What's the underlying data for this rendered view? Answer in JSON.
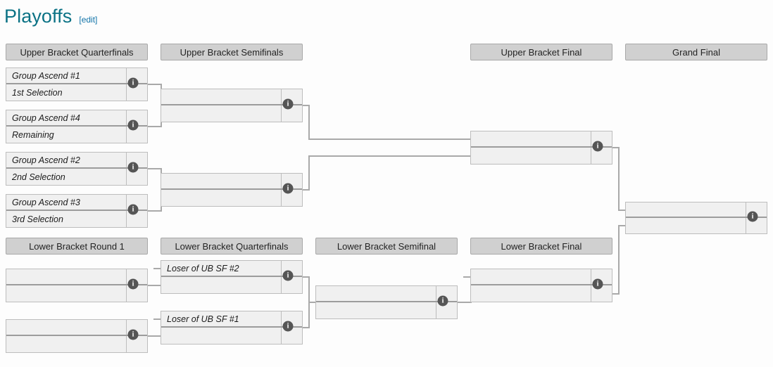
{
  "page": {
    "title": "Playoffs",
    "edit_label": "[edit]"
  },
  "icons": {
    "info": "i"
  },
  "rounds": [
    {
      "id": "ub-quarterfinals",
      "label": "Upper Bracket Quarterfinals"
    },
    {
      "id": "ub-semifinals",
      "label": "Upper Bracket Semifinals"
    },
    {
      "id": "ub-final",
      "label": "Upper Bracket Final"
    },
    {
      "id": "grand-final",
      "label": "Grand Final"
    },
    {
      "id": "lb-round-1",
      "label": "Lower Bracket Round 1"
    },
    {
      "id": "lb-quarterfinals",
      "label": "Lower Bracket Quarterfinals"
    },
    {
      "id": "lb-semifinal",
      "label": "Lower Bracket Semifinal"
    },
    {
      "id": "lb-final",
      "label": "Lower Bracket Final"
    }
  ],
  "matches": {
    "ubqf1": {
      "round": "Upper Bracket Quarterfinals",
      "top": {
        "name": "Group Ascend #1",
        "score": ""
      },
      "bottom": {
        "name": "1st Selection",
        "score": ""
      }
    },
    "ubqf2": {
      "round": "Upper Bracket Quarterfinals",
      "top": {
        "name": "Group Ascend #4",
        "score": ""
      },
      "bottom": {
        "name": "Remaining",
        "score": ""
      }
    },
    "ubqf3": {
      "round": "Upper Bracket Quarterfinals",
      "top": {
        "name": "Group Ascend #2",
        "score": ""
      },
      "bottom": {
        "name": "2nd Selection",
        "score": ""
      }
    },
    "ubqf4": {
      "round": "Upper Bracket Quarterfinals",
      "top": {
        "name": "Group Ascend #3",
        "score": ""
      },
      "bottom": {
        "name": "3rd Selection",
        "score": ""
      }
    },
    "ubsf1": {
      "round": "Upper Bracket Semifinals",
      "top": {
        "name": "",
        "score": ""
      },
      "bottom": {
        "name": "",
        "score": ""
      }
    },
    "ubsf2": {
      "round": "Upper Bracket Semifinals",
      "top": {
        "name": "",
        "score": ""
      },
      "bottom": {
        "name": "",
        "score": ""
      }
    },
    "ubf": {
      "round": "Upper Bracket Final",
      "top": {
        "name": "",
        "score": ""
      },
      "bottom": {
        "name": "",
        "score": ""
      }
    },
    "gf": {
      "round": "Grand Final",
      "top": {
        "name": "",
        "score": ""
      },
      "bottom": {
        "name": "",
        "score": ""
      }
    },
    "lbr1a": {
      "round": "Lower Bracket Round 1",
      "top": {
        "name": "",
        "score": ""
      },
      "bottom": {
        "name": "",
        "score": ""
      }
    },
    "lbr1b": {
      "round": "Lower Bracket Round 1",
      "top": {
        "name": "",
        "score": ""
      },
      "bottom": {
        "name": "",
        "score": ""
      }
    },
    "lbqf1": {
      "round": "Lower Bracket Quarterfinals",
      "top": {
        "name": "Loser of UB SF #2",
        "score": ""
      },
      "bottom": {
        "name": "",
        "score": ""
      }
    },
    "lbqf2": {
      "round": "Lower Bracket Quarterfinals",
      "top": {
        "name": "Loser of UB SF #1",
        "score": ""
      },
      "bottom": {
        "name": "",
        "score": ""
      }
    },
    "lbsf": {
      "round": "Lower Bracket Semifinal",
      "top": {
        "name": "",
        "score": ""
      },
      "bottom": {
        "name": "",
        "score": ""
      }
    },
    "lbf": {
      "round": "Lower Bracket Final",
      "top": {
        "name": "",
        "score": ""
      },
      "bottom": {
        "name": "",
        "score": ""
      }
    }
  },
  "colors": {
    "title": "#0b7285",
    "link": "#1073a8",
    "header_bg": "#d0d0d0",
    "header_border": "#a8a8a8",
    "match_bg": "#f0f0f0",
    "match_border": "#bdbdbd",
    "divider": "#9c9c9c",
    "connector": "#a9a9a9",
    "info_badge": "#555555"
  }
}
